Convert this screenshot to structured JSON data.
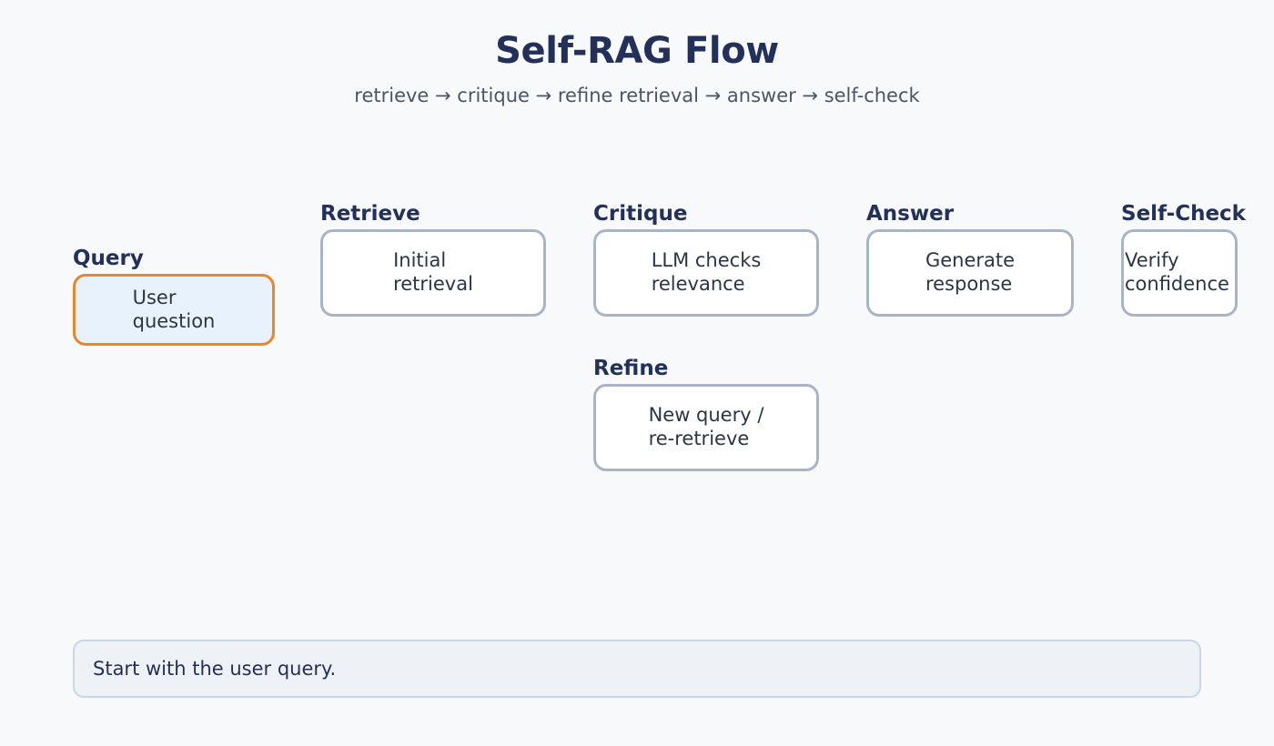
{
  "header": {
    "title": "Self-RAG Flow",
    "subtitle": "retrieve → critique → refine retrieval → answer → self-check"
  },
  "colors": {
    "background": "#f7f9fb",
    "title": "#23305a",
    "subtitle": "#4b5568",
    "node_border": "#aab4c7",
    "node_fill": "#ffffff",
    "node_text": "#2b3545",
    "active_border": "#e8872c",
    "active_fill": "#e8f2fc",
    "status_border": "#ccd6e2",
    "status_fill": "#eef1f6"
  },
  "flow": {
    "nodes": [
      {
        "id": "query",
        "label": "Query",
        "text": "User\nquestion",
        "active": true
      },
      {
        "id": "retrieve",
        "label": "Retrieve",
        "text": "Initial\nretrieval",
        "active": false
      },
      {
        "id": "critique",
        "label": "Critique",
        "text": "LLM checks\nrelevance",
        "active": false
      },
      {
        "id": "refine",
        "label": "Refine",
        "text": "New query /\nre-retrieve",
        "active": false
      },
      {
        "id": "answer",
        "label": "Answer",
        "text": "Generate\nresponse",
        "active": false
      },
      {
        "id": "selfcheck",
        "label": "Self-Check",
        "text": "Verify\nconfidence",
        "active": false
      }
    ]
  },
  "status": {
    "message": "Start with the user query."
  }
}
